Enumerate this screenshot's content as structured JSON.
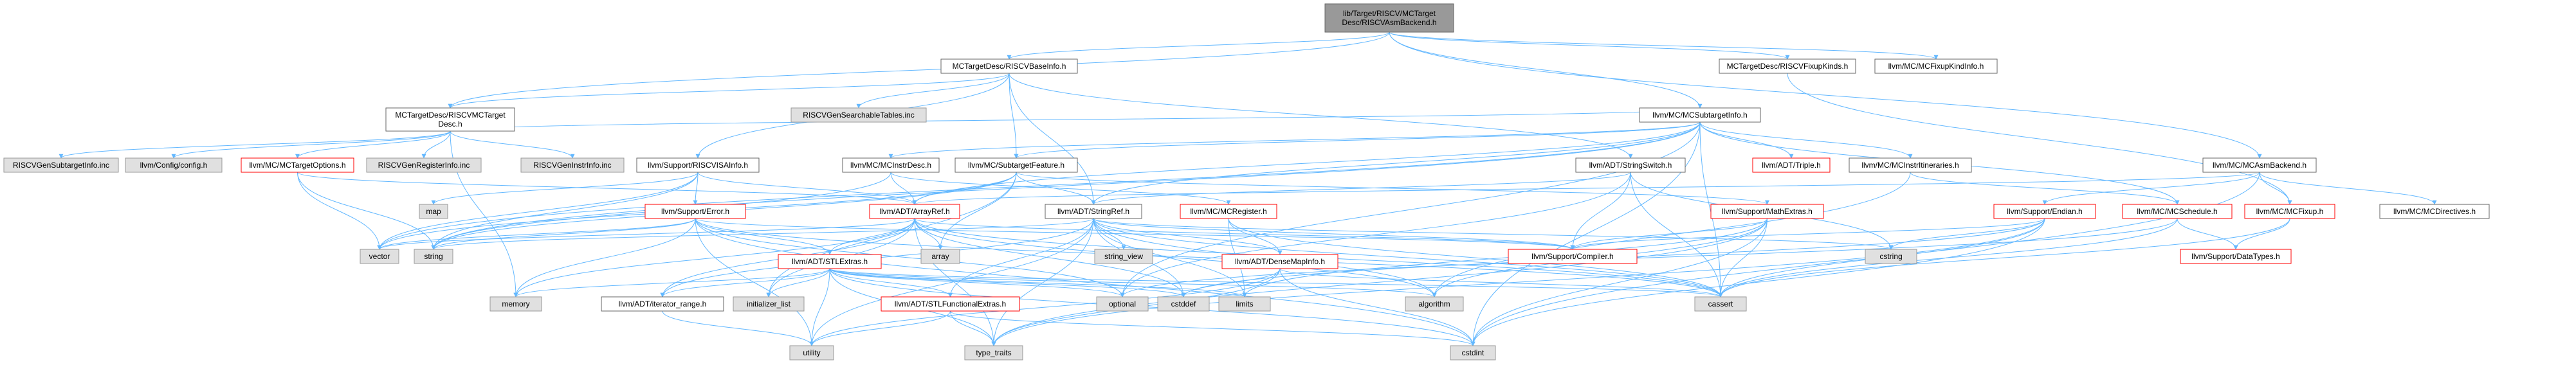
{
  "graph": {
    "nodes": [
      {
        "id": "root",
        "label": "lib/Target/RISCV/MCTarget\nDesc/RISCVAsmBackend.h",
        "style": "root"
      },
      {
        "id": "baseinfo",
        "label": "MCTargetDesc/RISCVBaseInfo.h",
        "style": "link"
      },
      {
        "id": "fixupkinds",
        "label": "MCTargetDesc/RISCVFixupKinds.h",
        "style": "link"
      },
      {
        "id": "fixupkindinfo",
        "label": "llvm/MC/MCFixupKindInfo.h",
        "style": "link"
      },
      {
        "id": "subtargetinfo",
        "label": "llvm/MC/MCSubtargetInfo.h",
        "style": "link"
      },
      {
        "id": "asmbackend",
        "label": "llvm/MC/MCAsmBackend.h",
        "style": "link"
      },
      {
        "id": "mctargetdesc",
        "label": "MCTargetDesc/RISCVMCTarget\nDesc.h",
        "style": "link"
      },
      {
        "id": "gensearchable",
        "label": "RISCVGenSearchableTables.inc",
        "style": "ext"
      },
      {
        "id": "gensubtarget",
        "label": "RISCVGenSubtargetInfo.inc",
        "style": "ext"
      },
      {
        "id": "config",
        "label": "llvm/Config/config.h",
        "style": "ext"
      },
      {
        "id": "targetoptions",
        "label": "llvm/MC/MCTargetOptions.h",
        "style": "red"
      },
      {
        "id": "genregister",
        "label": "RISCVGenRegisterInfo.inc",
        "style": "ext"
      },
      {
        "id": "geninstr",
        "label": "RISCVGenInstrInfo.inc",
        "style": "ext"
      },
      {
        "id": "isainfo",
        "label": "llvm/Support/RISCVISAInfo.h",
        "style": "link"
      },
      {
        "id": "instrdesc",
        "label": "llvm/MC/MCInstrDesc.h",
        "style": "link"
      },
      {
        "id": "subtargetfeature",
        "label": "llvm/MC/SubtargetFeature.h",
        "style": "link"
      },
      {
        "id": "stringswitch",
        "label": "llvm/ADT/StringSwitch.h",
        "style": "link"
      },
      {
        "id": "triple",
        "label": "llvm/ADT/Triple.h",
        "style": "red"
      },
      {
        "id": "instritin",
        "label": "llvm/MC/MCInstrItineraries.h",
        "style": "link"
      },
      {
        "id": "directives",
        "label": "llvm/MC/MCDirectives.h",
        "style": "link"
      },
      {
        "id": "map",
        "label": "map",
        "style": "ext"
      },
      {
        "id": "error",
        "label": "llvm/Support/Error.h",
        "style": "red"
      },
      {
        "id": "arrayref",
        "label": "llvm/ADT/ArrayRef.h",
        "style": "red"
      },
      {
        "id": "stringref",
        "label": "llvm/ADT/StringRef.h",
        "style": "link"
      },
      {
        "id": "mcregister",
        "label": "llvm/MC/MCRegister.h",
        "style": "red"
      },
      {
        "id": "mathextras",
        "label": "llvm/Support/MathExtras.h",
        "style": "red"
      },
      {
        "id": "endian",
        "label": "llvm/Support/Endian.h",
        "style": "red"
      },
      {
        "id": "mcschedule",
        "label": "llvm/MC/MCSchedule.h",
        "style": "red"
      },
      {
        "id": "mcfixup",
        "label": "llvm/MC/MCFixup.h",
        "style": "red"
      },
      {
        "id": "vector",
        "label": "vector",
        "style": "ext"
      },
      {
        "id": "string",
        "label": "string",
        "style": "ext"
      },
      {
        "id": "array",
        "label": "array",
        "style": "ext"
      },
      {
        "id": "stringview",
        "label": "string_view",
        "style": "ext"
      },
      {
        "id": "densemapinfo",
        "label": "llvm/ADT/DenseMapInfo.h",
        "style": "red"
      },
      {
        "id": "stlextras",
        "label": "llvm/ADT/STLExtras.h",
        "style": "red"
      },
      {
        "id": "compiler",
        "label": "llvm/Support/Compiler.h",
        "style": "red"
      },
      {
        "id": "cstring",
        "label": "cstring",
        "style": "ext"
      },
      {
        "id": "datatypes",
        "label": "llvm/Support/DataTypes.h",
        "style": "red"
      },
      {
        "id": "memory",
        "label": "memory",
        "style": "ext"
      },
      {
        "id": "iteratorrange",
        "label": "llvm/ADT/iterator_range.h",
        "style": "link"
      },
      {
        "id": "initlist",
        "label": "initializer_list",
        "style": "ext"
      },
      {
        "id": "stlfunctional",
        "label": "llvm/ADT/STLFunctionalExtras.h",
        "style": "red"
      },
      {
        "id": "optional",
        "label": "optional",
        "style": "ext"
      },
      {
        "id": "cstddef",
        "label": "cstddef",
        "style": "ext"
      },
      {
        "id": "limits",
        "label": "limits",
        "style": "ext"
      },
      {
        "id": "algorithm",
        "label": "algorithm",
        "style": "ext"
      },
      {
        "id": "cassert",
        "label": "cassert",
        "style": "ext"
      },
      {
        "id": "utility",
        "label": "utility",
        "style": "ext"
      },
      {
        "id": "typetraits",
        "label": "type_traits",
        "style": "ext"
      },
      {
        "id": "cstdint",
        "label": "cstdint",
        "style": "ext"
      }
    ],
    "edges": [
      [
        "root",
        "baseinfo"
      ],
      [
        "root",
        "fixupkinds"
      ],
      [
        "root",
        "fixupkindinfo"
      ],
      [
        "root",
        "subtargetinfo"
      ],
      [
        "root",
        "asmbackend"
      ],
      [
        "root",
        "mctargetdesc"
      ],
      [
        "baseinfo",
        "mctargetdesc"
      ],
      [
        "baseinfo",
        "gensearchable"
      ],
      [
        "baseinfo",
        "isainfo"
      ],
      [
        "baseinfo",
        "subtargetfeature"
      ],
      [
        "baseinfo",
        "stringswitch"
      ],
      [
        "baseinfo",
        "stringref"
      ],
      [
        "fixupkinds",
        "mcfixup"
      ],
      [
        "subtargetinfo",
        "arrayref"
      ],
      [
        "subtargetinfo",
        "stringref"
      ],
      [
        "subtargetinfo",
        "triple"
      ],
      [
        "subtargetinfo",
        "instritin"
      ],
      [
        "subtargetinfo",
        "mcschedule"
      ],
      [
        "subtargetinfo",
        "subtargetfeature"
      ],
      [
        "subtargetinfo",
        "instrdesc"
      ],
      [
        "subtargetinfo",
        "cassert"
      ],
      [
        "subtargetinfo",
        "cstdint"
      ],
      [
        "subtargetinfo",
        "optional"
      ],
      [
        "subtargetinfo",
        "string"
      ],
      [
        "subtargetinfo",
        "vector"
      ],
      [
        "asmbackend",
        "arrayref"
      ],
      [
        "asmbackend",
        "mcdirectives_dummy"
      ],
      [
        "asmbackend",
        "directives"
      ],
      [
        "asmbackend",
        "mcfixup"
      ],
      [
        "asmbackend",
        "endian"
      ],
      [
        "asmbackend",
        "cstdint"
      ],
      [
        "mctargetdesc",
        "gensubtarget"
      ],
      [
        "mctargetdesc",
        "config"
      ],
      [
        "mctargetdesc",
        "targetoptions"
      ],
      [
        "mctargetdesc",
        "genregister"
      ],
      [
        "mctargetdesc",
        "geninstr"
      ],
      [
        "mctargetdesc",
        "memory"
      ],
      [
        "mctargetdesc",
        "subtargetinfo"
      ],
      [
        "targetoptions",
        "arrayref"
      ],
      [
        "targetoptions",
        "string"
      ],
      [
        "targetoptions",
        "vector"
      ],
      [
        "isainfo",
        "arrayref"
      ],
      [
        "isainfo",
        "error"
      ],
      [
        "isainfo",
        "map"
      ],
      [
        "isainfo",
        "string"
      ],
      [
        "isainfo",
        "vector"
      ],
      [
        "instrdesc",
        "arrayref"
      ],
      [
        "instrdesc",
        "mcregister"
      ],
      [
        "instrdesc",
        "string"
      ],
      [
        "subtargetfeature",
        "arrayref"
      ],
      [
        "subtargetfeature",
        "stringref"
      ],
      [
        "subtargetfeature",
        "mathextras"
      ],
      [
        "subtargetfeature",
        "array"
      ],
      [
        "subtargetfeature",
        "initlist"
      ],
      [
        "subtargetfeature",
        "string"
      ],
      [
        "subtargetfeature",
        "vector"
      ],
      [
        "stringswitch",
        "stringref"
      ],
      [
        "stringswitch",
        "compiler"
      ],
      [
        "stringswitch",
        "cassert"
      ],
      [
        "stringswitch",
        "cstring"
      ],
      [
        "stringswitch",
        "optional"
      ],
      [
        "instritin",
        "mcschedule"
      ],
      [
        "instritin",
        "algorithm"
      ],
      [
        "error",
        "stlextras"
      ],
      [
        "error",
        "compiler"
      ],
      [
        "error",
        "cassert"
      ],
      [
        "error",
        "cstdint"
      ],
      [
        "error",
        "memory"
      ],
      [
        "error",
        "optional"
      ],
      [
        "error",
        "string"
      ],
      [
        "error",
        "utility"
      ],
      [
        "error",
        "vector"
      ],
      [
        "arrayref",
        "stlextras"
      ],
      [
        "arrayref",
        "compiler"
      ],
      [
        "arrayref",
        "algorithm"
      ],
      [
        "arrayref",
        "array"
      ],
      [
        "arrayref",
        "cassert"
      ],
      [
        "arrayref",
        "cstddef"
      ],
      [
        "arrayref",
        "initlist"
      ],
      [
        "arrayref",
        "iteratorrange"
      ],
      [
        "arrayref",
        "memory"
      ],
      [
        "arrayref",
        "typetraits"
      ],
      [
        "arrayref",
        "vector"
      ],
      [
        "stringref",
        "densemapinfo"
      ],
      [
        "stringref",
        "stlfunctional"
      ],
      [
        "stringref",
        "iteratorrange"
      ],
      [
        "stringref",
        "compiler"
      ],
      [
        "stringref",
        "algorithm"
      ],
      [
        "stringref",
        "cassert"
      ],
      [
        "stringref",
        "cstddef"
      ],
      [
        "stringref",
        "cstring"
      ],
      [
        "stringref",
        "limits"
      ],
      [
        "stringref",
        "string"
      ],
      [
        "stringref",
        "stringview"
      ],
      [
        "stringref",
        "typetraits"
      ],
      [
        "stringref",
        "utility"
      ],
      [
        "mcregister",
        "densemapinfo"
      ],
      [
        "mcregister",
        "cassert"
      ],
      [
        "mcregister",
        "limits"
      ],
      [
        "mathextras",
        "compiler"
      ],
      [
        "mathextras",
        "algorithm"
      ],
      [
        "mathextras",
        "cassert"
      ],
      [
        "mathextras",
        "cstdint"
      ],
      [
        "mathextras",
        "limits"
      ],
      [
        "mathextras",
        "typetraits"
      ],
      [
        "endian",
        "compiler"
      ],
      [
        "endian",
        "cassert"
      ],
      [
        "endian",
        "cstddef"
      ],
      [
        "endian",
        "cstdint"
      ],
      [
        "endian",
        "cstring"
      ],
      [
        "endian",
        "typetraits"
      ],
      [
        "mcschedule",
        "datatypes"
      ],
      [
        "mcschedule",
        "cassert"
      ],
      [
        "mcschedule",
        "optional"
      ],
      [
        "mcfixup",
        "datatypes"
      ],
      [
        "mcfixup",
        "cassert"
      ],
      [
        "densemapinfo",
        "cassert"
      ],
      [
        "densemapinfo",
        "cstddef"
      ],
      [
        "densemapinfo",
        "cstdint"
      ],
      [
        "densemapinfo",
        "tuple_dummy"
      ],
      [
        "densemapinfo",
        "typetraits"
      ],
      [
        "densemapinfo",
        "utility"
      ],
      [
        "stlextras",
        "stlfunctional"
      ],
      [
        "stlextras",
        "iteratorrange"
      ],
      [
        "stlextras",
        "algorithm"
      ],
      [
        "stlextras",
        "cassert"
      ],
      [
        "stlextras",
        "cstddef"
      ],
      [
        "stlextras",
        "cstdint"
      ],
      [
        "stlextras",
        "initlist"
      ],
      [
        "stlextras",
        "limits"
      ],
      [
        "stlextras",
        "memory"
      ],
      [
        "stlextras",
        "optional"
      ],
      [
        "stlextras",
        "typetraits"
      ],
      [
        "stlextras",
        "utility"
      ],
      [
        "stlfunctional",
        "cstdint"
      ],
      [
        "stlfunctional",
        "typetraits"
      ],
      [
        "stlfunctional",
        "utility"
      ],
      [
        "iteratorrange",
        "utility"
      ],
      [
        "compiler",
        "datatypes_dummy"
      ]
    ]
  }
}
